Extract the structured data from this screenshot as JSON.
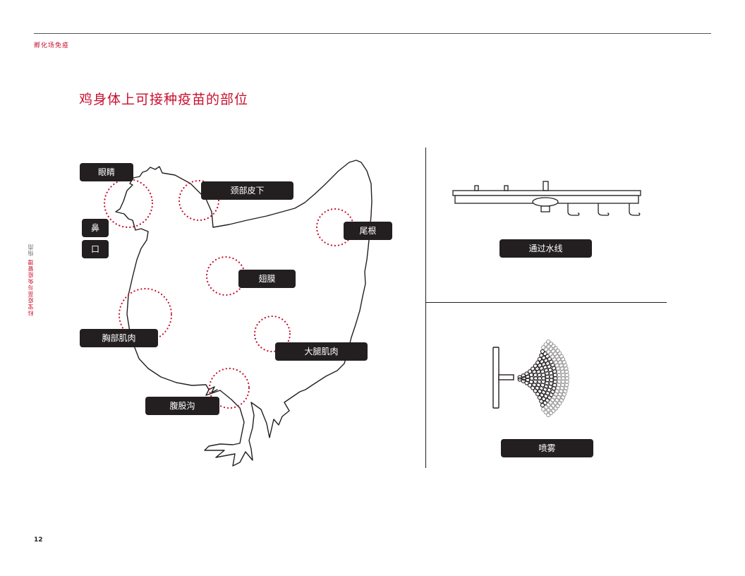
{
  "header": {
    "section_label": "孵化场免疫",
    "side_label": "科宝疫苗与免疫管理",
    "side_sub": "指南"
  },
  "title": "鸡身体上可接种疫苗的部位",
  "page_number": "12",
  "colors": {
    "accent": "#c8102e",
    "tag_bg": "#231f20",
    "tag_text": "#ffffff"
  },
  "site_labels": {
    "eye": "眼睛",
    "nose": "鼻",
    "mouth": "口",
    "neck": "颈部皮下",
    "tail": "尾根",
    "wing_web": "翅膜",
    "breast": "胸部肌肉",
    "thigh": "大腿肌肉",
    "groin": "腹股沟"
  },
  "methods": {
    "water_line": "通过水线",
    "spray": "喷雾"
  }
}
